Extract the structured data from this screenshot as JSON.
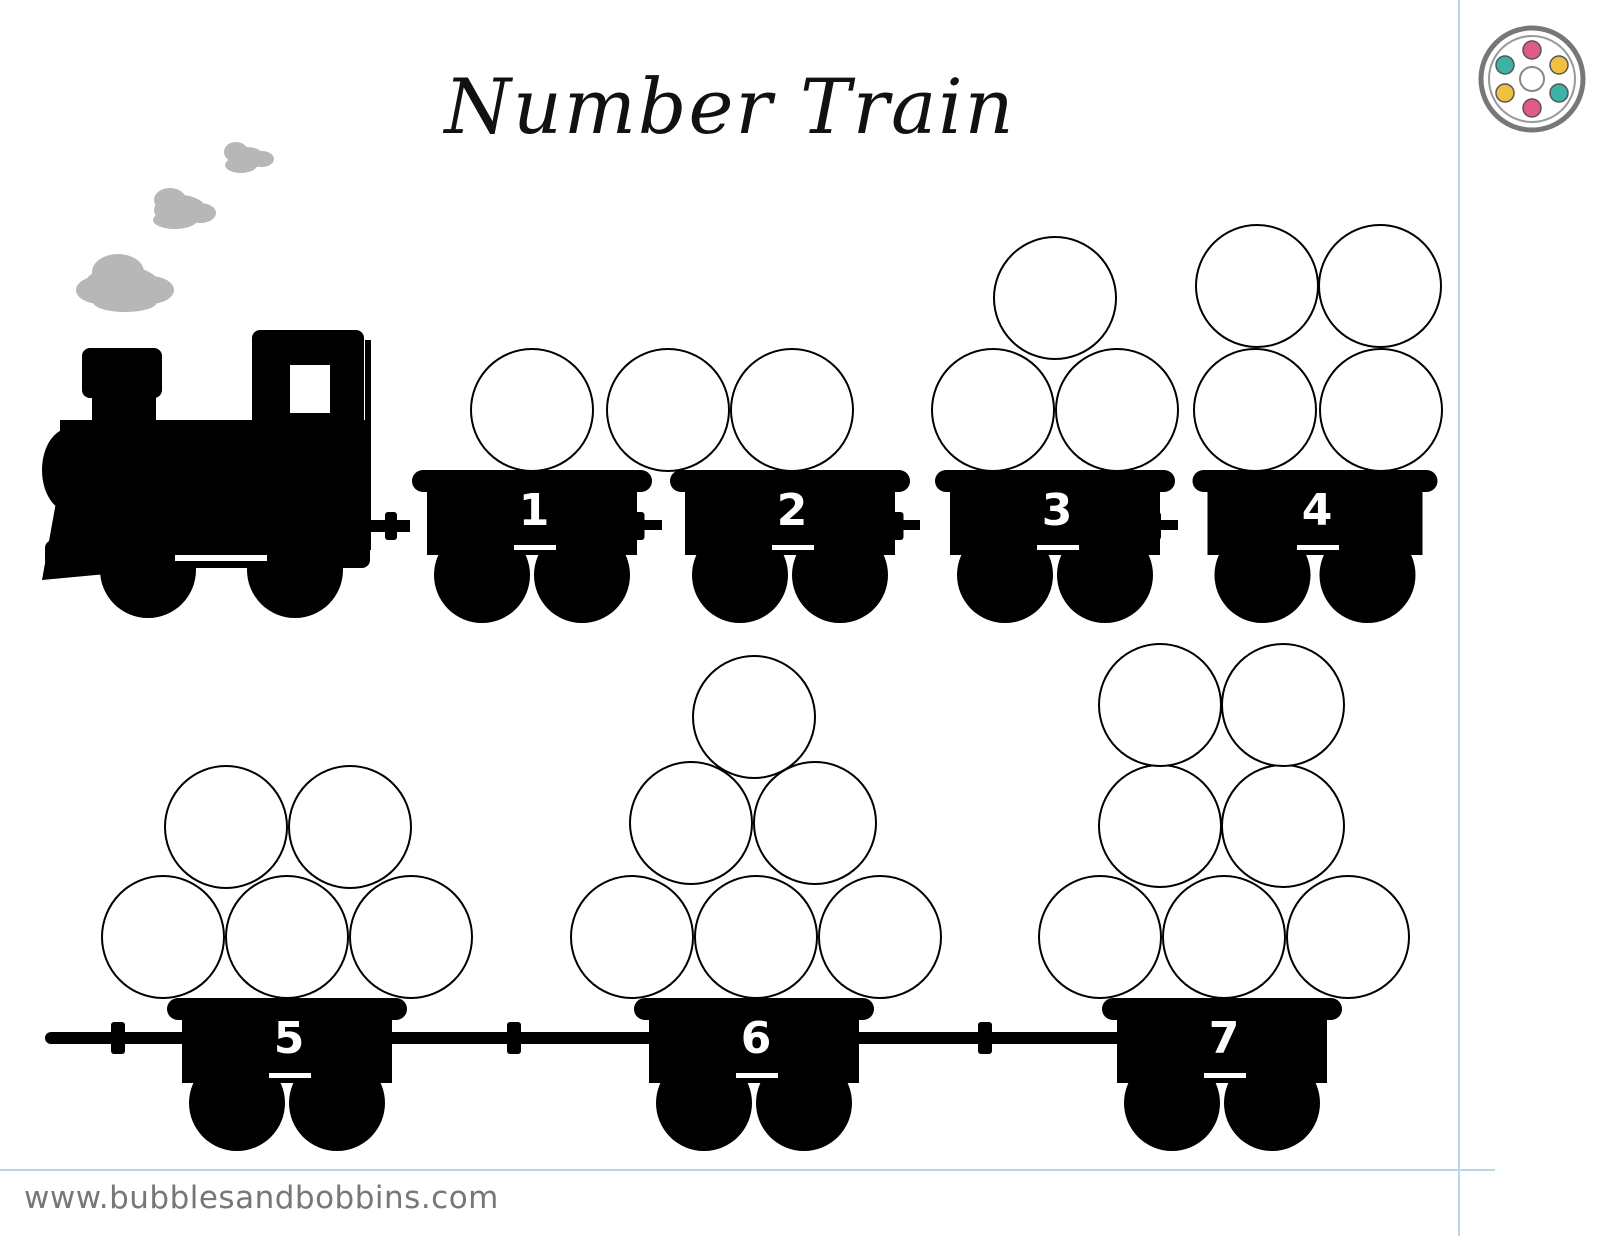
{
  "title": "Number Train",
  "website": "www.bubblesandbobbins.com",
  "colors": {
    "silhouette": "#000000",
    "smoke": "#b7b7b7",
    "border_line": "#b8d6e8",
    "logo_dots": [
      "#e05a86",
      "#f0c040",
      "#3db3a6",
      "#f0c040",
      "#e05a86",
      "#3db3a6"
    ]
  },
  "icons": {
    "logo": "button-logo-icon",
    "engine": "locomotive-icon",
    "smoke": "smoke-cloud-icon"
  },
  "wagons": [
    {
      "number": "1",
      "circles": 1
    },
    {
      "number": "2",
      "circles": 2
    },
    {
      "number": "3",
      "circles": 3
    },
    {
      "number": "4",
      "circles": 4
    },
    {
      "number": "5",
      "circles": 5
    },
    {
      "number": "6",
      "circles": 6
    },
    {
      "number": "7",
      "circles": 7
    }
  ]
}
